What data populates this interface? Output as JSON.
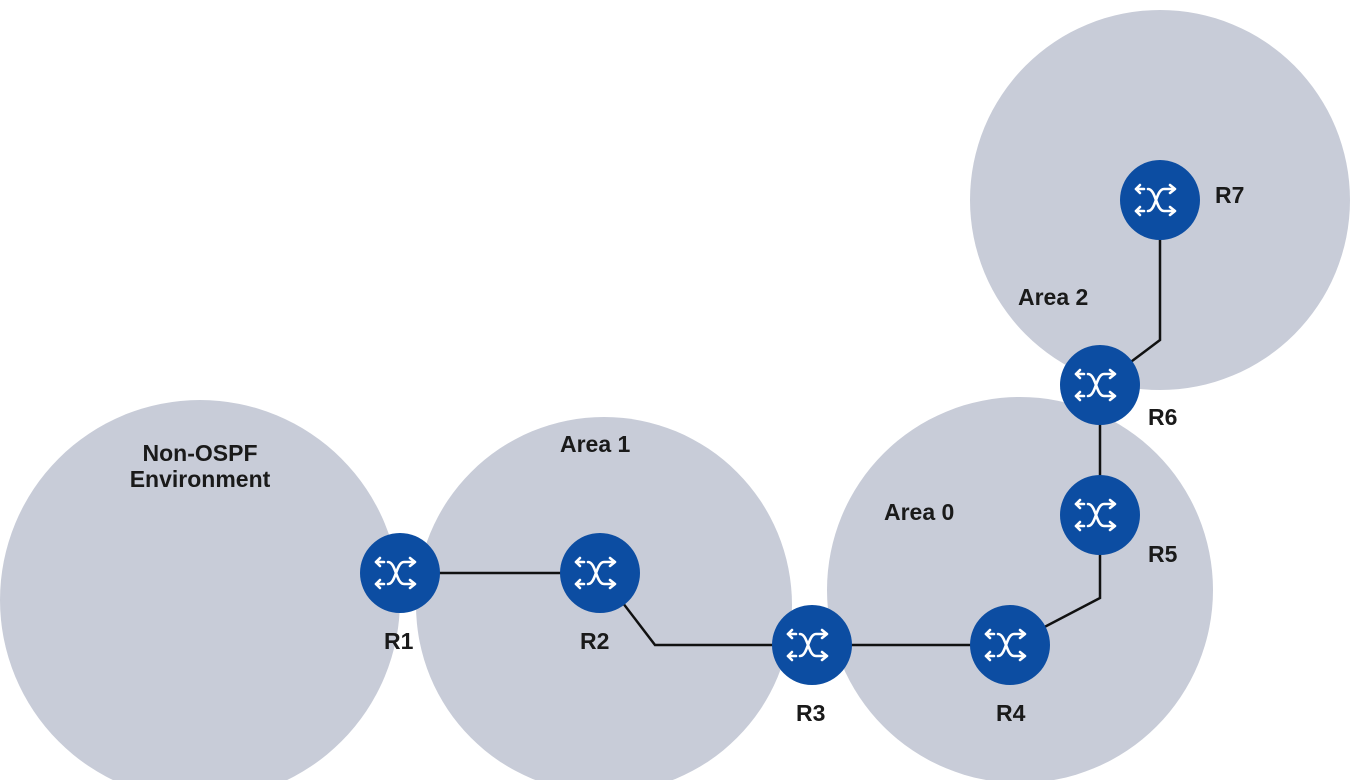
{
  "areas": {
    "non_ospf": "Non-OSPF\nEnvironment",
    "area1": "Area 1",
    "area0": "Area 0",
    "area2": "Area 2"
  },
  "routers": {
    "r1": "R1",
    "r2": "R2",
    "r3": "R3",
    "r4": "R4",
    "r5": "R5",
    "r6": "R6",
    "r7": "R7"
  },
  "colors": {
    "area_fill": "#c8ccd8",
    "router_fill": "#0c4da2",
    "link": "#111111"
  },
  "icons": {
    "router": "router-icon"
  }
}
